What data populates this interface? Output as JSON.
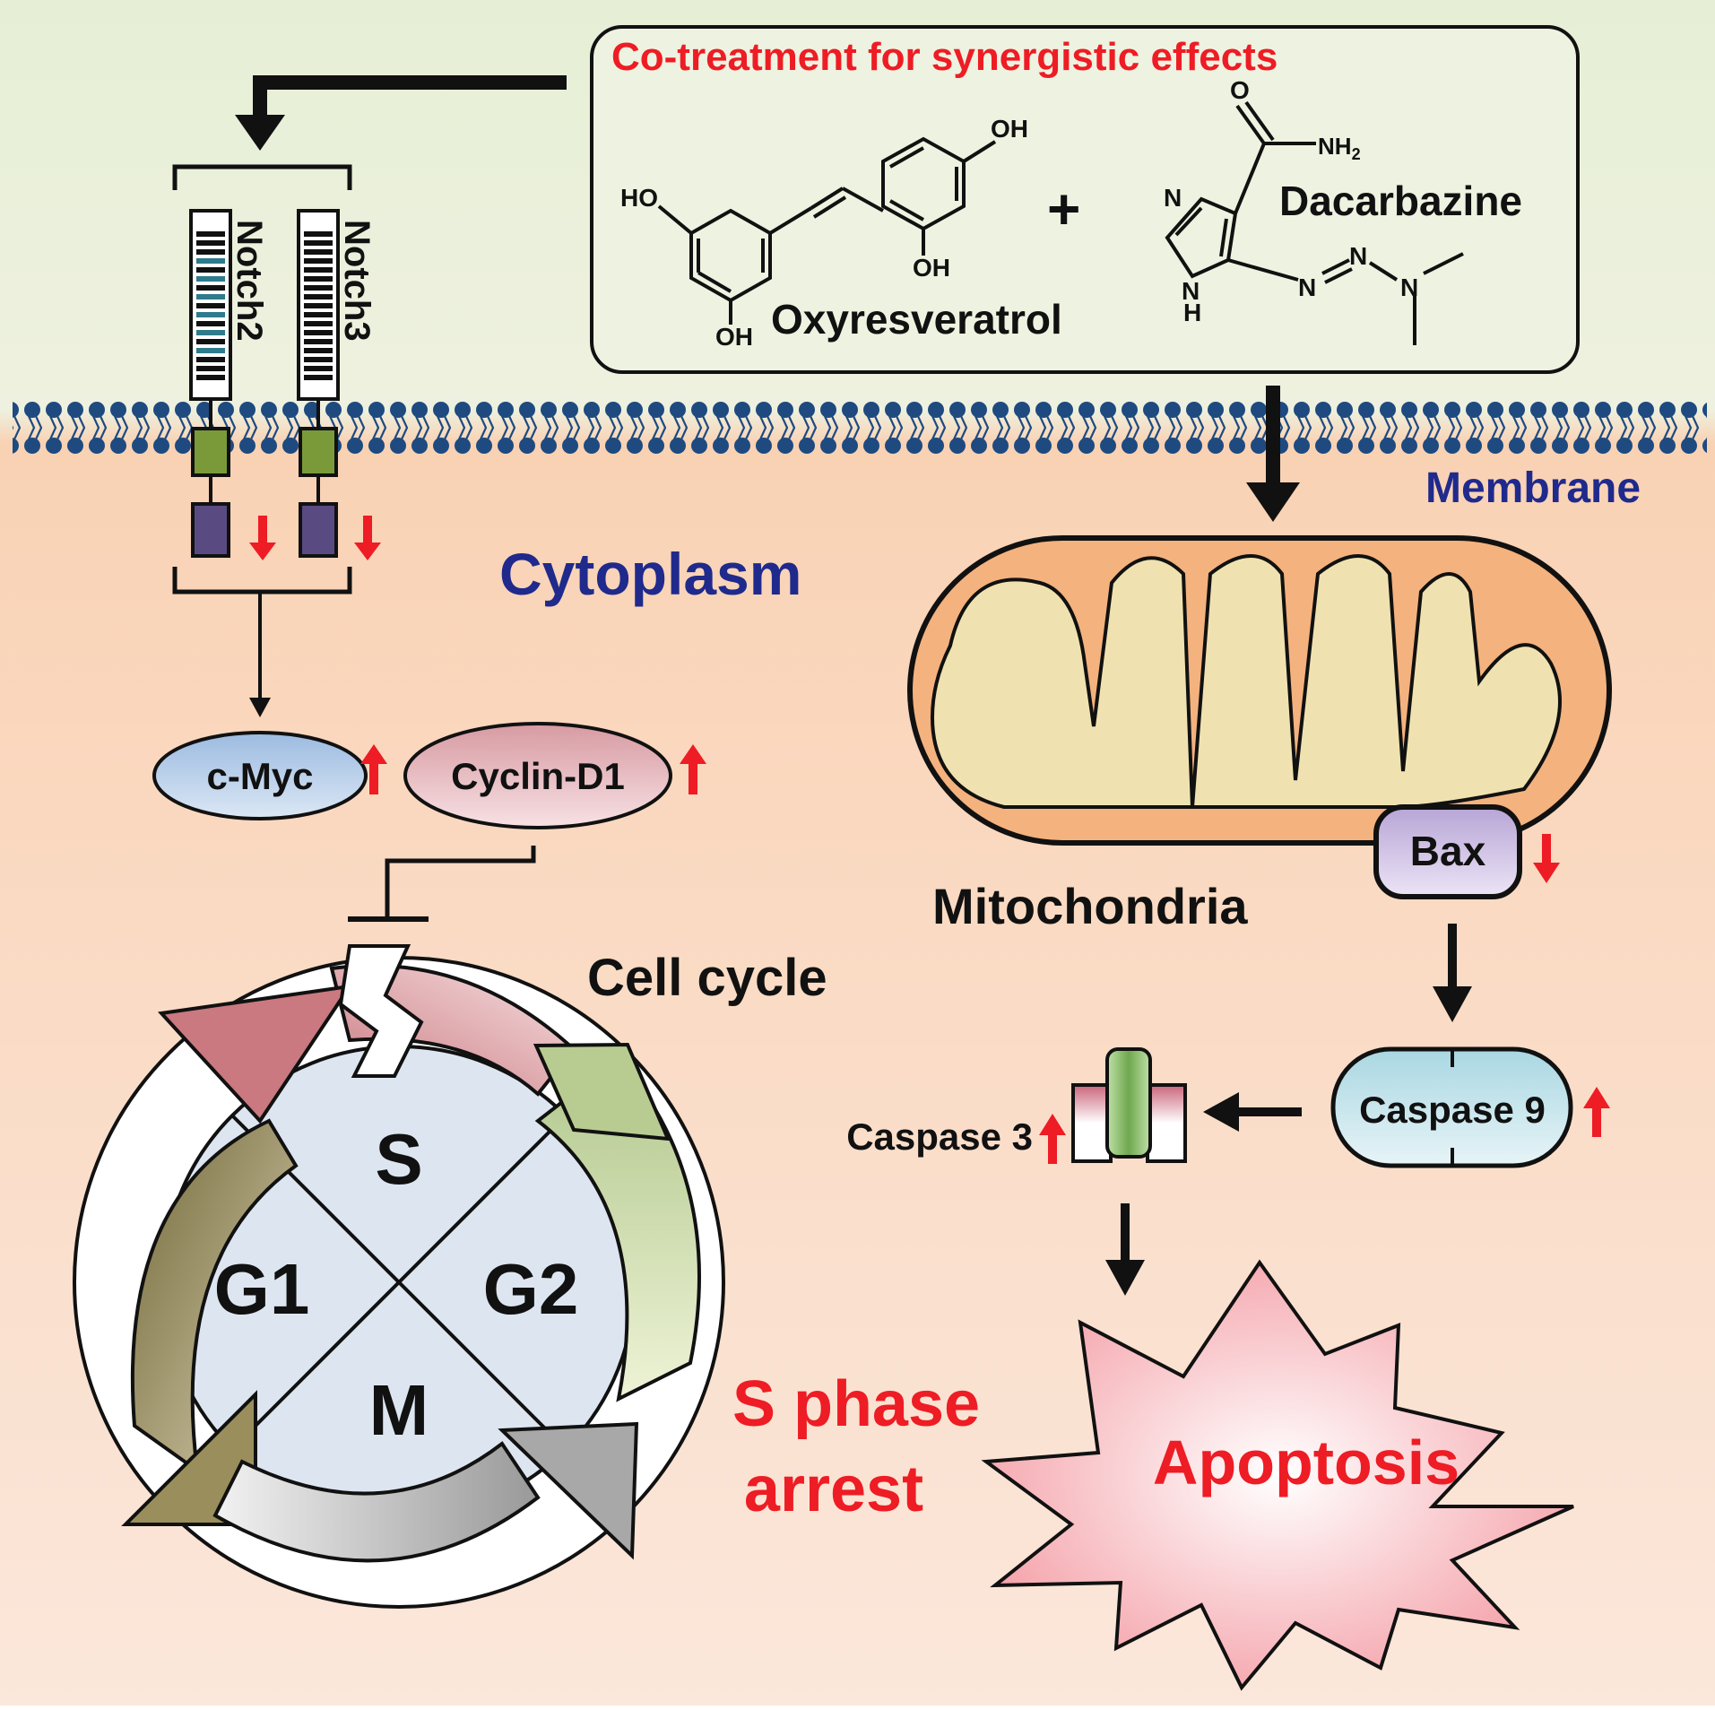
{
  "title": "Co-treatment for synergistic effects",
  "compounds": {
    "left_name": "Oxyresveratrol",
    "right_name": "Dacarbazine",
    "plus": "+",
    "atoms": {
      "oh1": "OH",
      "ho": "HO",
      "oh2": "OH",
      "oh3": "OH",
      "o": "O",
      "nh2": "NH",
      "nh2_sub": "2",
      "n1": "N",
      "nh": "N",
      "h": "H",
      "n2": "N",
      "n3": "N",
      "n4": "N"
    }
  },
  "regions": {
    "membrane": "Membrane",
    "cytoplasm": "Cytoplasm"
  },
  "receptors": [
    "Notch2",
    "Notch3"
  ],
  "signals": {
    "cmyc": "c-Myc",
    "cyclin": "Cyclin-D1"
  },
  "cell_cycle": {
    "label": "Cell cycle",
    "phases": {
      "s": "S",
      "g1": "G1",
      "g2": "G2",
      "m": "M"
    }
  },
  "mito": {
    "label": "Mitochondria",
    "bax": "Bax"
  },
  "caspases": {
    "c9": "Caspase 9",
    "c3": "Caspase 3"
  },
  "outcomes": {
    "s_arrest_line1": "S phase",
    "s_arrest_line2": "arrest",
    "apoptosis": "Apoptosis"
  },
  "colors": {
    "red_text": "#ee1c24",
    "blue_text": "#1f2a8c",
    "membrane": "#1e4a80",
    "mito_outer": "#f4b27e",
    "mito_inner": "#f0e2b0",
    "arrow_red": "#ee1c24"
  }
}
